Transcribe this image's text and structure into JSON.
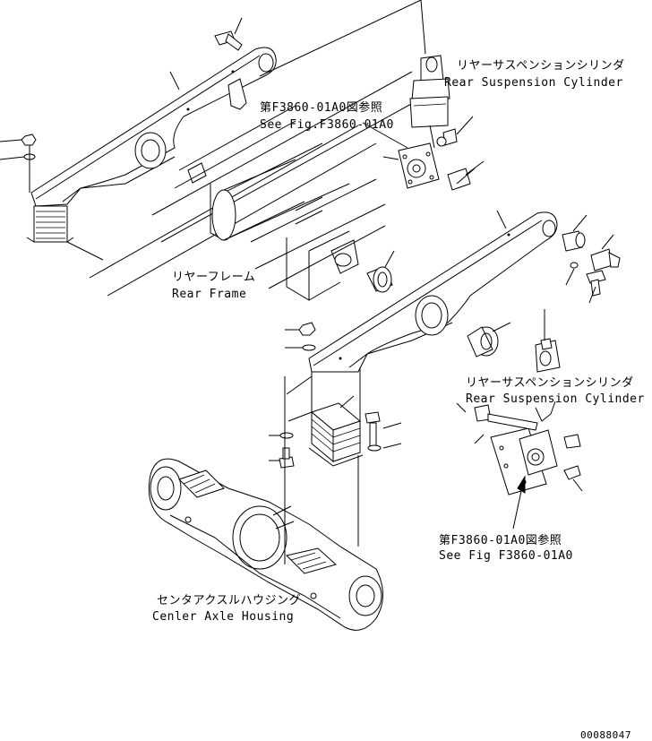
{
  "labels": {
    "rear_cyl_top_jp": "リヤーサスペンションシリンダ",
    "rear_cyl_top_en": "Rear Suspension Cylinder",
    "ref_top_jp": "第F3860-01A0図参照",
    "ref_top_en": "See Fig.F3860-01A0",
    "frame_jp": "リヤーフレーム",
    "frame_en": "Rear Frame",
    "rear_cyl_right_jp": "リヤーサスペンションシリンダ",
    "rear_cyl_right_en": "Rear Suspension Cylinder",
    "ref_bottom_jp": "第F3860-01A0図参照",
    "ref_bottom_en": "See Fig F3860-01A0",
    "housing_jp": "センタアクスルハウジング",
    "housing_en": "Cenler Axle Housing",
    "drawing_number": "00088047"
  }
}
